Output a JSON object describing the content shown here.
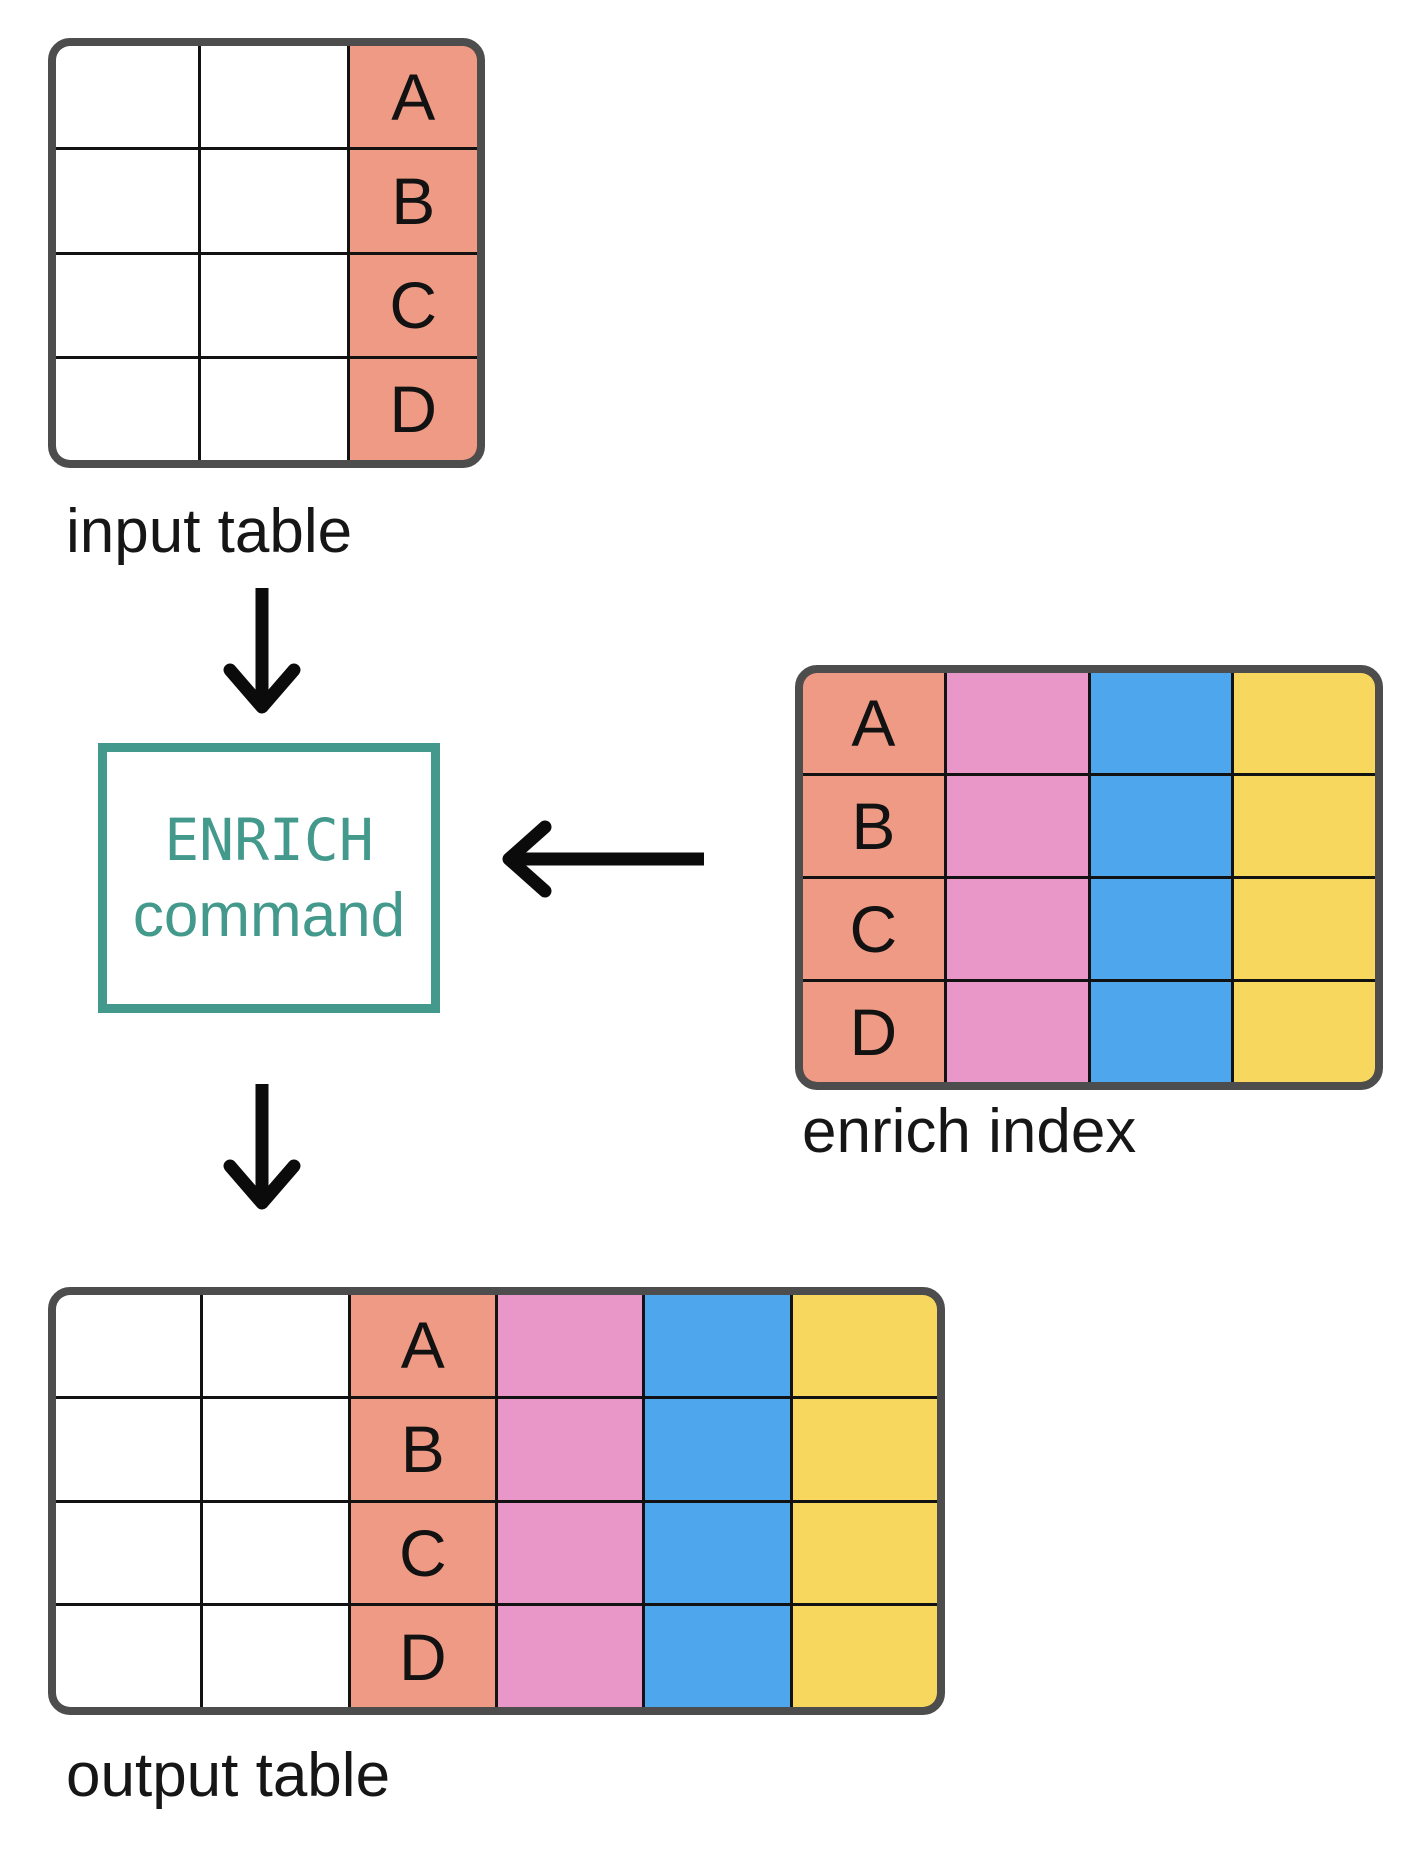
{
  "diagram": {
    "input_table": {
      "label": "input table",
      "rows": 4,
      "columns": [
        "white",
        "white",
        "salmon"
      ],
      "key_column": 2,
      "keys": [
        "A",
        "B",
        "C",
        "D"
      ]
    },
    "enrich_command": {
      "line1": "ENRICH",
      "line2": "command"
    },
    "enrich_index": {
      "label": "enrich index",
      "rows": 4,
      "columns": [
        "salmon",
        "pink",
        "blue",
        "yellow"
      ],
      "key_column": 0,
      "keys": [
        "A",
        "B",
        "C",
        "D"
      ]
    },
    "output_table": {
      "label": "output table",
      "rows": 4,
      "columns": [
        "white",
        "white",
        "salmon",
        "pink",
        "blue",
        "yellow"
      ],
      "key_column": 2,
      "keys": [
        "A",
        "B",
        "C",
        "D"
      ]
    }
  },
  "icons": {
    "flow_input_to_command": "down-arrow",
    "flow_index_to_command": "left-arrow",
    "flow_command_to_output": "down-arrow"
  },
  "colors": {
    "salmon": "#EF9A85",
    "pink": "#E997C8",
    "blue": "#4EA6ED",
    "yellow": "#F7D75D",
    "white": "#FFFFFF",
    "teal_accent": "#43998C",
    "frame_gray": "#4D4D4D",
    "grid_black": "#121212",
    "text_black": "#161616",
    "arrow_black": "#0B0B0B"
  }
}
